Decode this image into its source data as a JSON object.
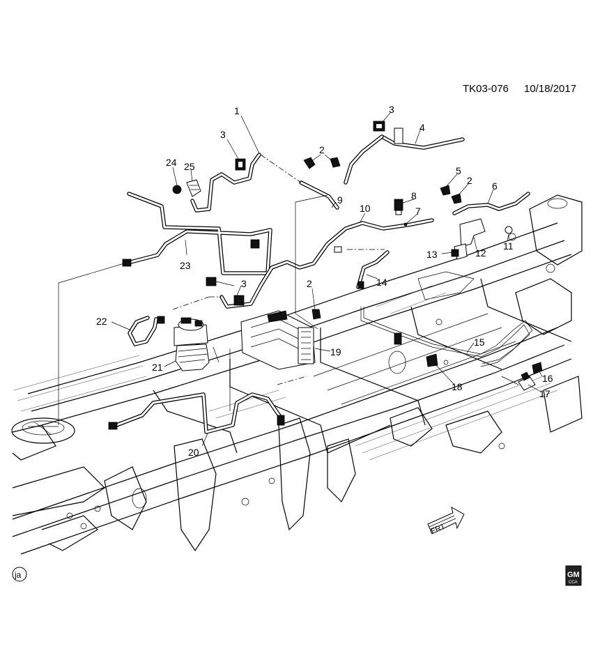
{
  "header": {
    "diagram_id": "TK03-076",
    "date": "10/18/2017"
  },
  "callouts": [
    {
      "id": "c1",
      "text": "1"
    },
    {
      "id": "c2a",
      "text": "2"
    },
    {
      "id": "c2b",
      "text": "2"
    },
    {
      "id": "c2c",
      "text": "2"
    },
    {
      "id": "c3a",
      "text": "3"
    },
    {
      "id": "c3b",
      "text": "3"
    },
    {
      "id": "c3c",
      "text": "3"
    },
    {
      "id": "c4",
      "text": "4"
    },
    {
      "id": "c5",
      "text": "5"
    },
    {
      "id": "c6",
      "text": "6"
    },
    {
      "id": "c7",
      "text": "7"
    },
    {
      "id": "c8",
      "text": "8"
    },
    {
      "id": "c9",
      "text": "9"
    },
    {
      "id": "c10",
      "text": "10"
    },
    {
      "id": "c11",
      "text": "11"
    },
    {
      "id": "c12",
      "text": "12"
    },
    {
      "id": "c13",
      "text": "13"
    },
    {
      "id": "c14",
      "text": "14"
    },
    {
      "id": "c15",
      "text": "15"
    },
    {
      "id": "c16",
      "text": "16"
    },
    {
      "id": "c17",
      "text": "17"
    },
    {
      "id": "c18",
      "text": "18"
    },
    {
      "id": "c19",
      "text": "19"
    },
    {
      "id": "c20",
      "text": "20"
    },
    {
      "id": "c21",
      "text": "21"
    },
    {
      "id": "c22",
      "text": "22"
    },
    {
      "id": "c23",
      "text": "23"
    },
    {
      "id": "c24",
      "text": "24"
    },
    {
      "id": "c25",
      "text": "25"
    }
  ],
  "front_arrow": {
    "text": "FRT"
  },
  "corner_mark": {
    "text": "ja"
  },
  "logo": {
    "brand": "GM",
    "sub": "CCA"
  },
  "colors": {
    "ink": "#000000",
    "paper": "#ffffff"
  }
}
